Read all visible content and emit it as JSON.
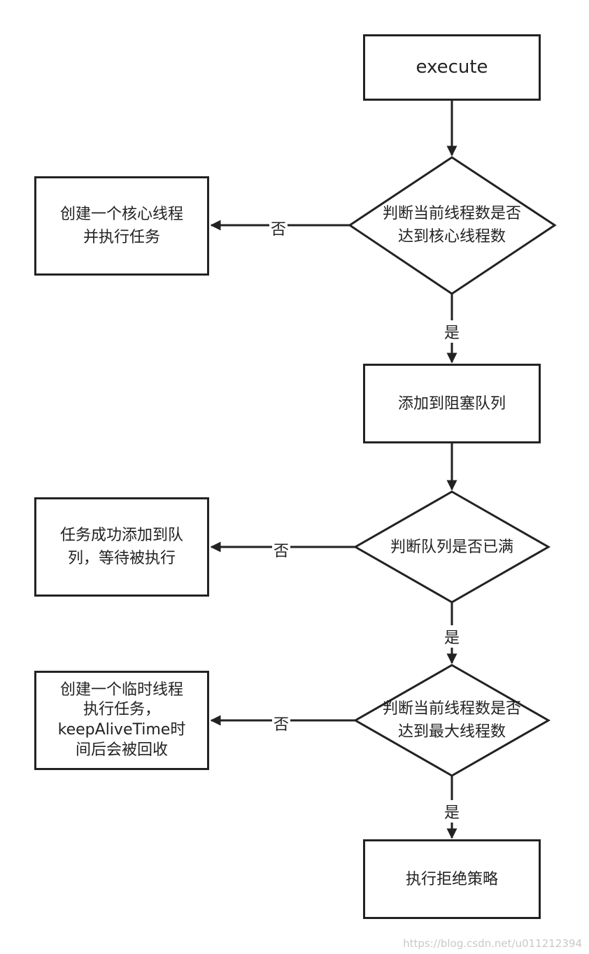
{
  "nodes": {
    "execute": "execute",
    "check_core": "判断当前线程数是否\n达到核心线程数",
    "create_core": "创建一个核心线程\n并执行任务",
    "add_queue": "添加到阻塞队列",
    "check_queue": "判断队列是否已满",
    "queued_ok": "任务成功添加到队\n列，等待被执行",
    "check_max": "判断当前线程数是否\n达到最大线程数",
    "create_temp": "创建一个临时线程\n执行任务，\nkeepAliveTime时\n间后会被回收",
    "reject": "执行拒绝策略"
  },
  "edges": {
    "no_core": "否",
    "yes_core": "是",
    "no_queue": "否",
    "yes_queue": "是",
    "no_max": "否",
    "yes_max": "是"
  },
  "watermark": "https://blog.csdn.net/u011212394"
}
